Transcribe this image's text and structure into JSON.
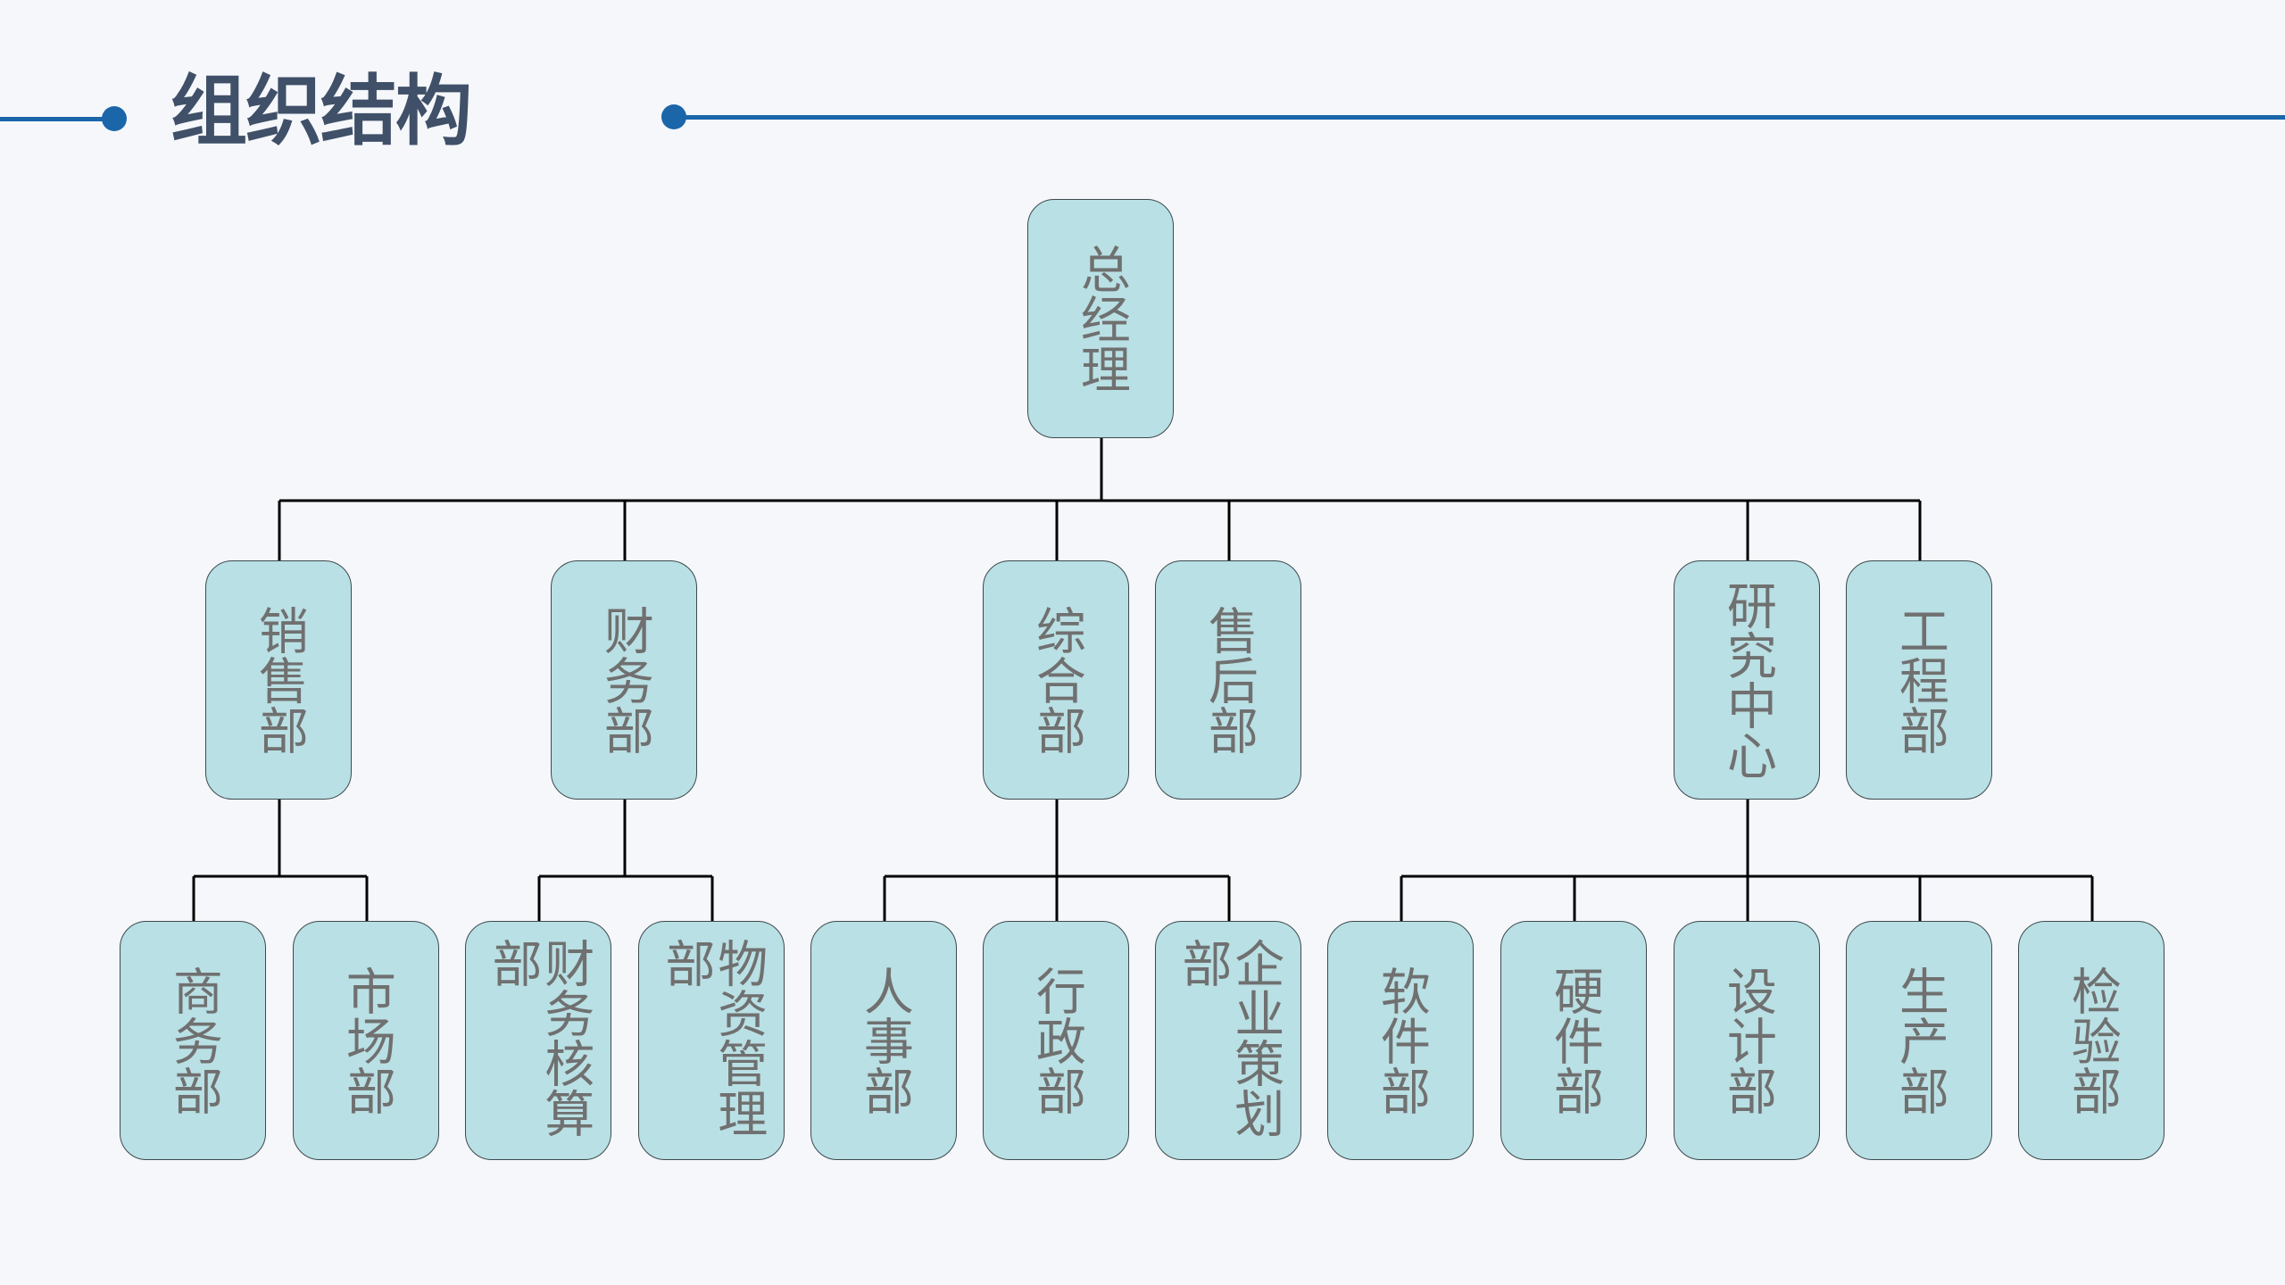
{
  "title": "组织结构",
  "colors": {
    "accent": "#1b65a9",
    "title": "#3f5068",
    "node_fill": "#b9e0e4",
    "node_text": "#707070",
    "background": "#f6f7fb"
  },
  "org": {
    "root": "总经理",
    "departments": [
      {
        "name": "销售部",
        "children": [
          "商务部",
          "市场部"
        ]
      },
      {
        "name": "财务部",
        "children": [
          "财务核算部",
          "物资管理部"
        ]
      },
      {
        "name": "综合部",
        "children": [
          "人事部",
          "行政部",
          "企业策划部"
        ]
      },
      {
        "name": "售后部",
        "children": []
      },
      {
        "name": "研究中心",
        "children": [
          "软件部",
          "硬件部",
          "设计部",
          "生产部",
          "检验部"
        ]
      },
      {
        "name": "工程部",
        "children": []
      }
    ]
  }
}
